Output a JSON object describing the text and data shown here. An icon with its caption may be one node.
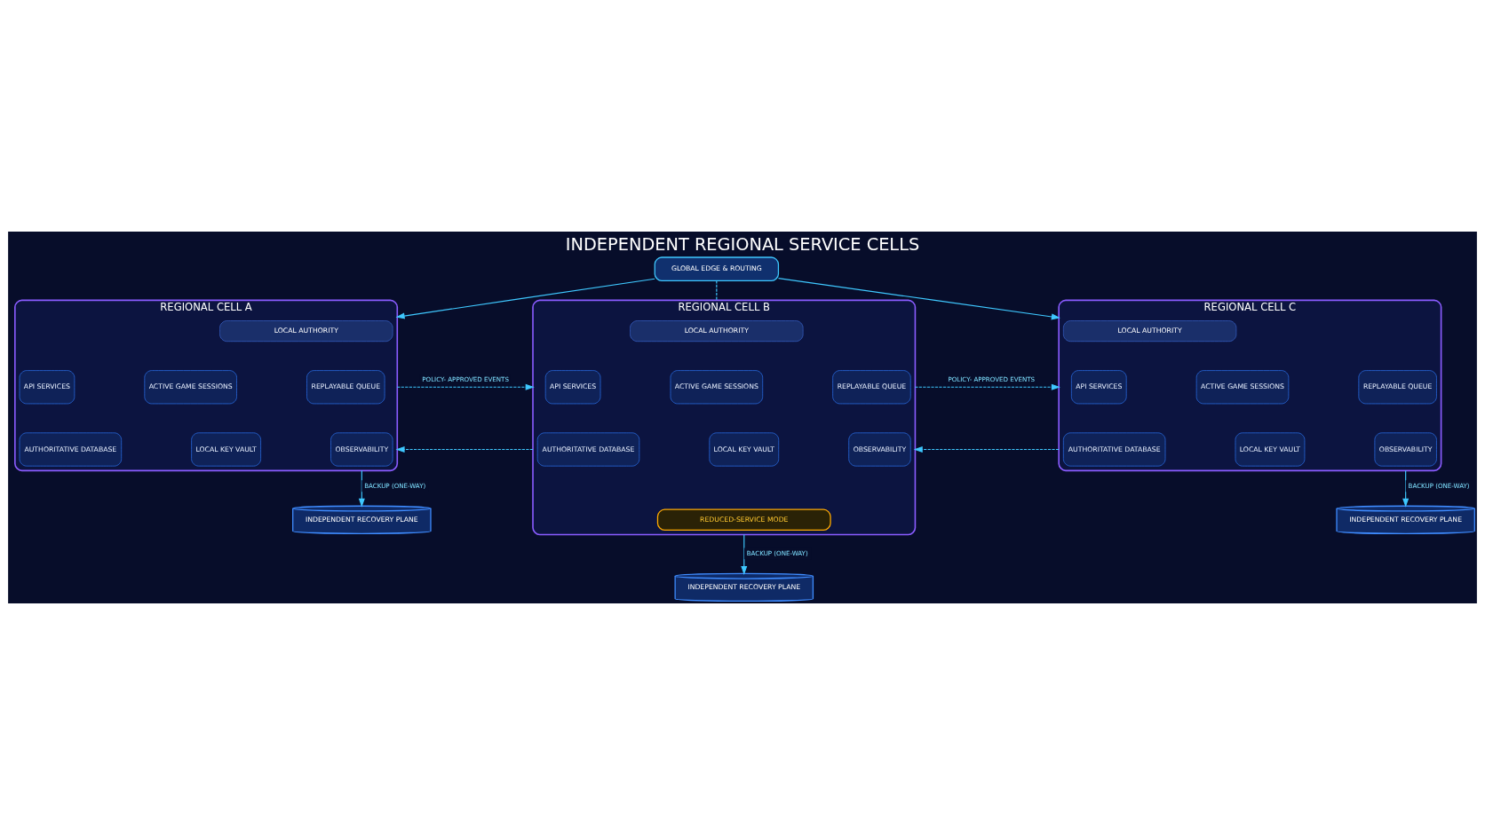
{
  "diagram": {
    "title": "INDEPENDENT REGIONAL SERVICE CELLS",
    "nodes": [
      {
        "text": [
          "GLOBAL EDGE & ROUTING"
        ]
      },
      {
        "text": [
          "REGIONAL CELL A"
        ]
      },
      {
        "text": [
          "LOCAL AUTHORITY"
        ],
        "in": 1
      },
      {
        "text": [
          "API SERVICES"
        ],
        "in": 1
      },
      {
        "text": [
          "ACTIVE GAME SESSIONS"
        ],
        "in": 1
      },
      {
        "text": [
          "REPLAYABLE QUEUE"
        ],
        "in": 1
      },
      {
        "text": [
          "AUTHORITATIVE DATABASE"
        ],
        "in": 1
      },
      {
        "text": [
          "LOCAL KEY VAULT"
        ],
        "in": 1
      },
      {
        "text": [
          "OBSERVABILITY"
        ],
        "in": 1
      },
      {
        "text": [
          "REGIONAL CELL B"
        ]
      },
      {
        "text": [
          "LOCAL AUTHORITY"
        ],
        "in": 9
      },
      {
        "text": [
          "API SERVICES"
        ],
        "in": 9
      },
      {
        "text": [
          "ACTIVE GAME SESSIONS"
        ],
        "in": 9
      },
      {
        "text": [
          "REPLAYABLE QUEUE"
        ],
        "in": 9
      },
      {
        "text": [
          "AUTHORITATIVE DATABASE"
        ],
        "in": 9
      },
      {
        "text": [
          "LOCAL KEY VAULT"
        ],
        "in": 9
      },
      {
        "text": [
          "OBSERVABILITY"
        ],
        "in": 9
      },
      {
        "text": [
          "REDUCED-SERVICE MODE"
        ],
        "in": 9
      },
      {
        "text": [
          "REGIONAL CELL C"
        ]
      },
      {
        "text": [
          "LOCAL AUTHORITY"
        ],
        "in": 18
      },
      {
        "text": [
          "API SERVICES"
        ],
        "in": 18
      },
      {
        "text": [
          "ACTIVE GAME SESSIONS"
        ],
        "in": 18
      },
      {
        "text": [
          "REPLAYABLE QUEUE"
        ],
        "in": 18
      },
      {
        "text": [
          "AUTHORITATIVE DATABASE"
        ],
        "in": 18
      },
      {
        "text": [
          "LOCAL KEY VAULT"
        ],
        "in": 18
      },
      {
        "text": [
          "OBSERVABILITY"
        ],
        "in": 18
      },
      {
        "text": [
          "INDEPENDENT RECOVERY PLANE"
        ]
      },
      {
        "text": [
          "INDEPENDENT RECOVERY PLANE"
        ]
      },
      {
        "text": [
          "INDEPENDENT RECOVERY PLANE"
        ]
      }
    ],
    "edges": [
      {
        "from": 0,
        "to": 1,
        "arrow": "to"
      },
      {
        "from": 0,
        "to": 18,
        "arrow": "to"
      },
      {
        "from": 0,
        "to": 9,
        "arrow": "none",
        "style": "dashed"
      },
      {
        "from": 1,
        "to": 9,
        "arrow": "to",
        "style": "dashed",
        "label": "POLICY- APPROVED EVENTS"
      },
      {
        "from": 9,
        "to": 1,
        "arrow": "to",
        "style": "dashed"
      },
      {
        "from": 9,
        "to": 18,
        "arrow": "to",
        "style": "dashed",
        "label": "POLICY- APPROVED EVENTS"
      },
      {
        "from": 18,
        "to": 9,
        "arrow": "to",
        "style": "dashed"
      },
      {
        "from": 1,
        "to": 26,
        "arrow": "to",
        "label": "BACKUP (ONE-WAY)"
      },
      {
        "from": 9,
        "to": 27,
        "arrow": "to",
        "label": "BACKUP (ONE-WAY)"
      },
      {
        "from": 18,
        "to": 28,
        "arrow": "to",
        "label": "BACKUP (ONE-WAY)"
      }
    ]
  }
}
